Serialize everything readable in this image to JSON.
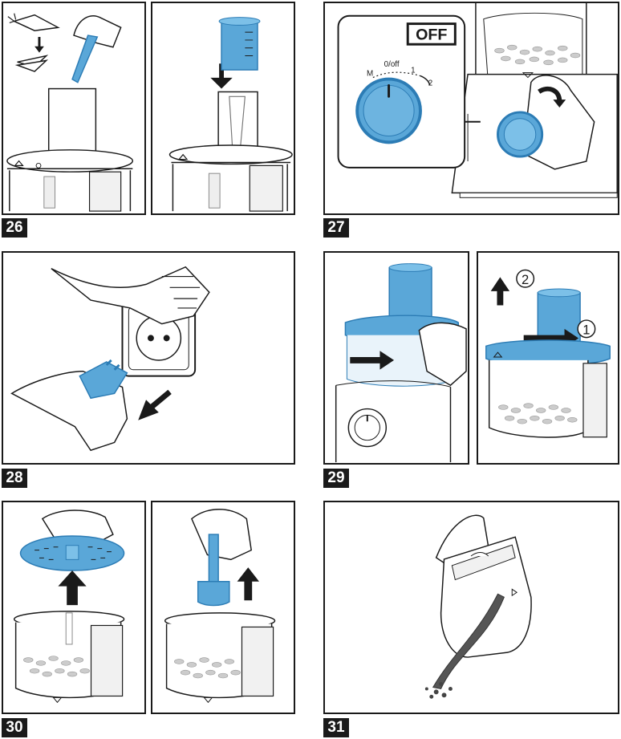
{
  "steps": [
    {
      "number": "26"
    },
    {
      "number": "27",
      "dial": {
        "state_label": "OFF",
        "scale_labels": [
          "M",
          "0/off",
          "1",
          "2"
        ]
      }
    },
    {
      "number": "28"
    },
    {
      "number": "29",
      "callouts": [
        "1",
        "2"
      ]
    },
    {
      "number": "30"
    },
    {
      "number": "31"
    }
  ],
  "colors": {
    "accent": "#5aa7d8",
    "accent_dark": "#2c7cb5",
    "line": "#1a1a1a",
    "frame": "#1a1a1a"
  }
}
